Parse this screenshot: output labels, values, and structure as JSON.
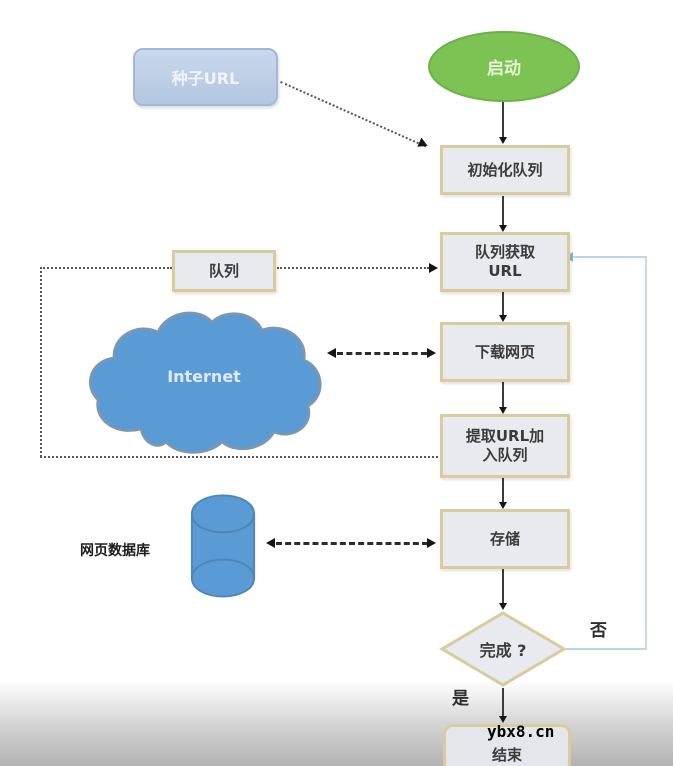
{
  "watermark": "ybx8.cn",
  "nodes": {
    "start": "启动",
    "seed_url": "种子URL",
    "init_queue": "初始化队列",
    "get_url": "队列获取URL",
    "download": "下载网页",
    "extract": "提取URL加入队列",
    "store": "存储",
    "decision": "完成 ?",
    "end": "结束",
    "queue": "队列",
    "internet": "Internet",
    "database": "网页数据库"
  },
  "branch_labels": {
    "yes": "是",
    "no": "否"
  },
  "colors": {
    "start_fill": "#7cc354",
    "process_fill": "#e7eaef",
    "process_border": "#d9cb9b",
    "seed_fill": "#b7c9e2",
    "cloud_fill": "#5b9bd5",
    "loop_line": "#b9d5ea",
    "connector": "#3c3c3c"
  }
}
